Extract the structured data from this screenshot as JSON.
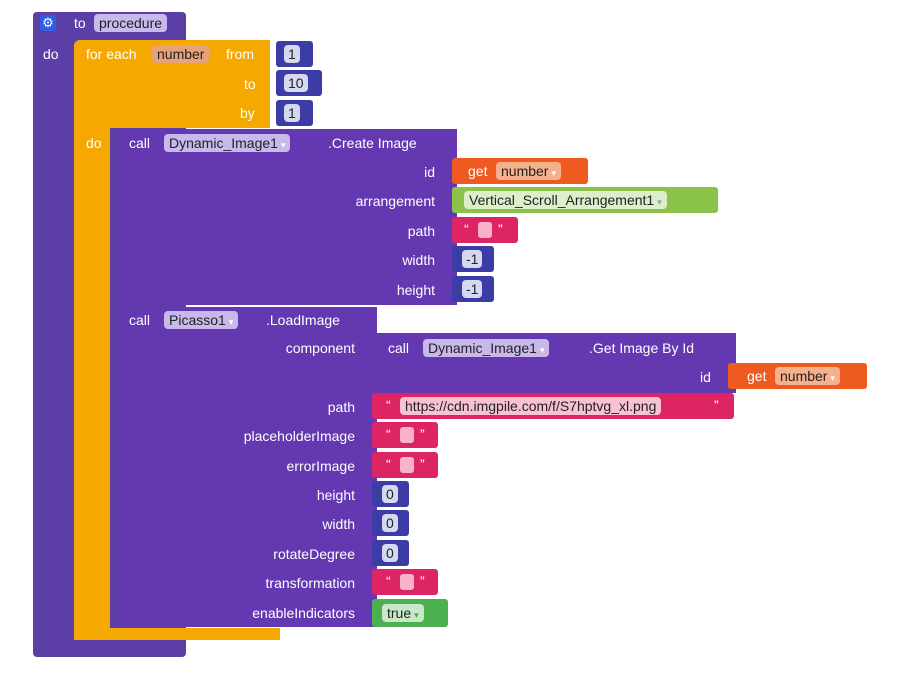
{
  "procedure": {
    "keyword_to": "to",
    "name": "procedure",
    "keyword_do": "do",
    "gear_icon": "gear"
  },
  "loop": {
    "for_each": "for each",
    "var_name": "number",
    "from_label": "from",
    "from_value": "1",
    "to_label": "to",
    "to_value": "10",
    "by_label": "by",
    "by_value": "1",
    "do_label": "do"
  },
  "create_image": {
    "call": "call",
    "component": "Dynamic_Image1",
    "method": ".Create Image",
    "params": {
      "id": "id",
      "arrangement": "arrangement",
      "path": "path",
      "width": "width",
      "height": "height"
    },
    "id_get": "get",
    "id_var": "number",
    "arrangement_value": "Vertical_Scroll_Arrangement1",
    "width_value": "-1",
    "height_value": "-1"
  },
  "load_image": {
    "call": "call",
    "component": "Picasso1",
    "method": ".LoadImage",
    "params": {
      "component": "component",
      "path": "path",
      "placeholder": "placeholderImage",
      "error": "errorImage",
      "height": "height",
      "width": "width",
      "rotate": "rotateDegree",
      "transformation": "transformation",
      "indicators": "enableIndicators"
    },
    "get_by_id": {
      "call": "call",
      "component": "Dynamic_Image1",
      "method": ".Get Image By Id",
      "id_label": "id",
      "get": "get",
      "var": "number"
    },
    "path_value": "https://cdn.imgpile.com/f/S7hptvg_xl.png",
    "height_value": "0",
    "width_value": "0",
    "rotate_value": "0",
    "indicators_value": "true"
  },
  "quote_open": "“",
  "quote_close": "”",
  "dropdown_glyph": "▾"
}
